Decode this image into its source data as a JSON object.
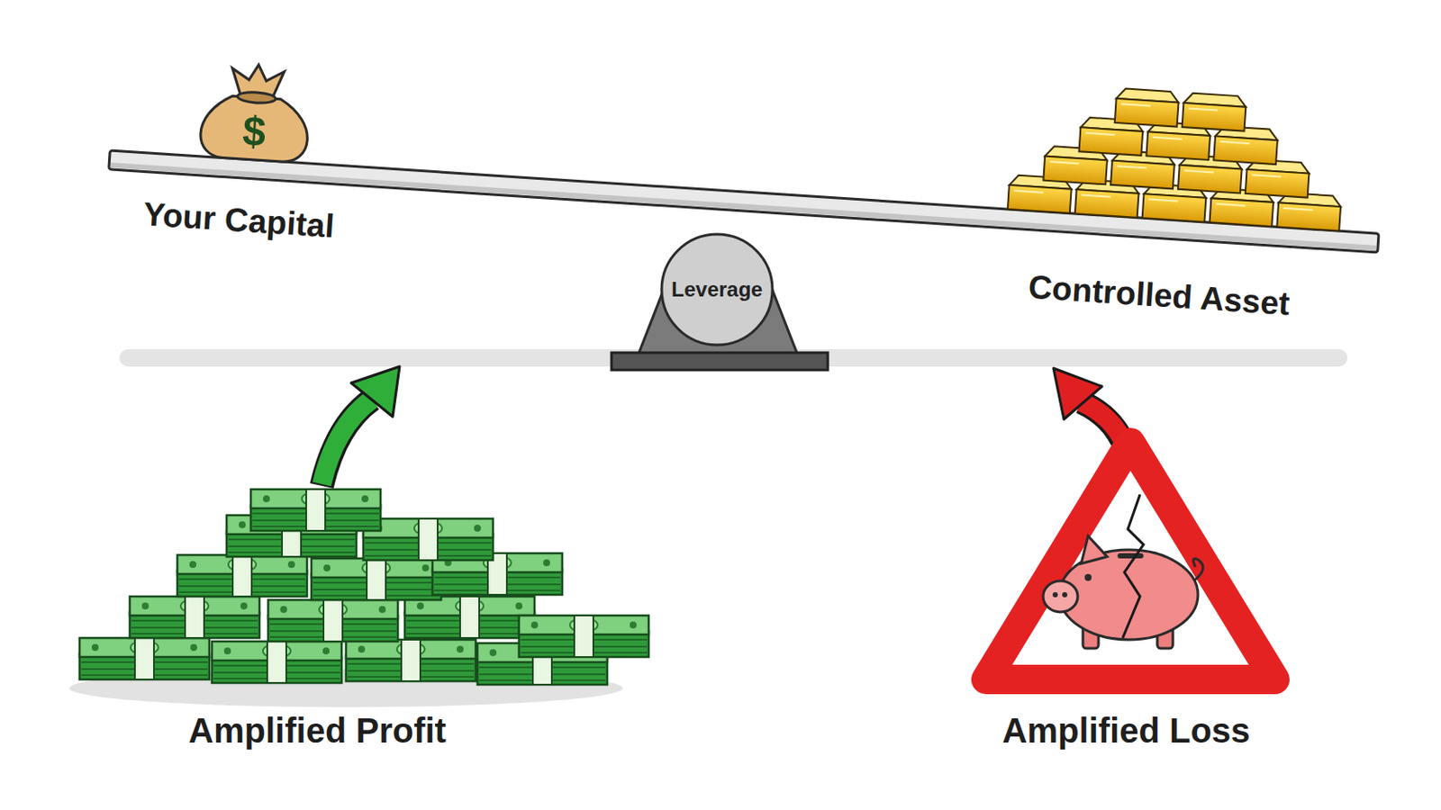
{
  "diagram": {
    "nodes": [
      {
        "text": [
          "Leverage"
        ]
      }
    ],
    "labels": [
      "$",
      "Your Capital",
      "Controlled Asset",
      "Amplified Profit",
      "Amplified Loss"
    ]
  }
}
